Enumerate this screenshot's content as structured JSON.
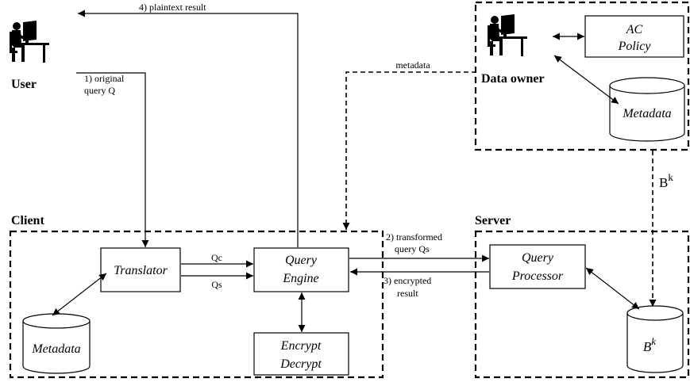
{
  "actors": {
    "user": "User",
    "data_owner": "Data owner",
    "client": "Client",
    "server": "Server"
  },
  "components": {
    "ac_policy_line1": "AC",
    "ac_policy_line2": "Policy",
    "owner_metadata": "Metadata",
    "client_metadata": "Metadata",
    "translator": "Translator",
    "query_engine_line1": "Query",
    "query_engine_line2": "Engine",
    "encrypt": "Encrypt",
    "decrypt": "Decrypt",
    "query_processor_line1": "Query",
    "query_processor_line2": "Processor",
    "server_db_base": "B",
    "server_db_sup": "k"
  },
  "flows": {
    "plaintext_result": "4) plaintext result",
    "original_query_line1": "1) original",
    "original_query_line2": "query Q",
    "metadata": "metadata",
    "qc": "Qc",
    "qs": "Qs",
    "transformed_line1": "2) transformed",
    "transformed_line2": "query Qs",
    "encrypted_line1": "3) encrypted",
    "encrypted_line2": "result",
    "bk_base": "B",
    "bk_sup": "k"
  },
  "colors": {
    "ink": "#000000",
    "background": "#ffffff"
  }
}
